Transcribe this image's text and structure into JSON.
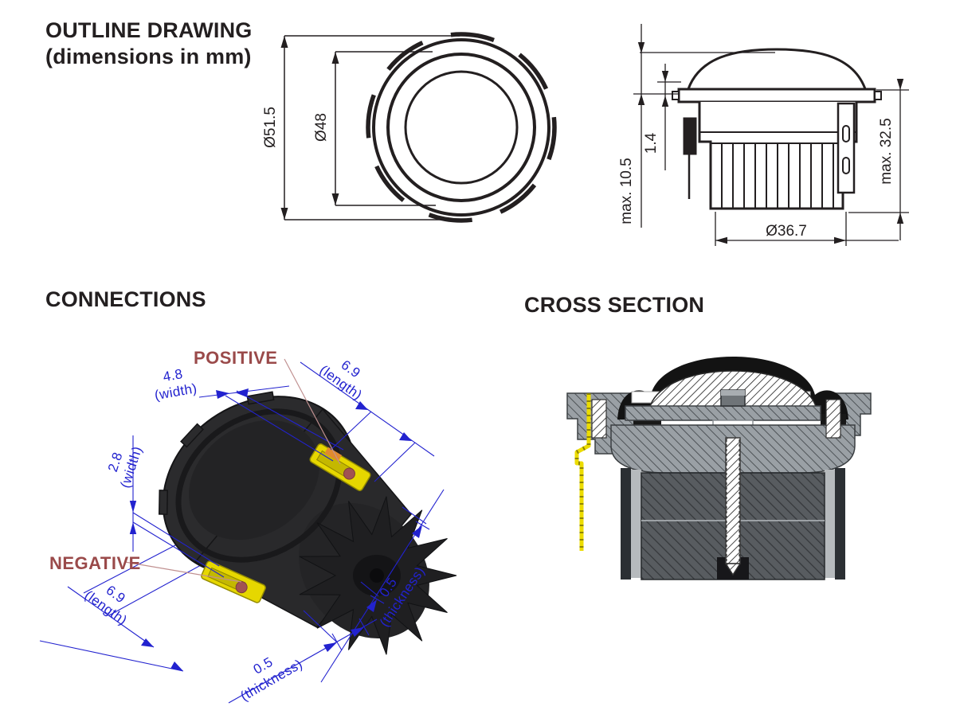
{
  "colors": {
    "line_black": "#231f20",
    "dim_blue": "#2222cf",
    "label_red": "#9a4a4a",
    "leader_red": "#c09090",
    "terminal_yellow": "#e6d700"
  },
  "outline": {
    "title_line1": "OUTLINE DRAWING",
    "title_line2": "(dimensions in mm)",
    "front_view": {
      "outer_diameter": "Ø51.5",
      "inner_diameter": "Ø48"
    },
    "side_view": {
      "front_height": "max. 10.5",
      "flange_thickness": "1.4",
      "total_height": "max. 32.5",
      "rear_diameter": "Ø36.7"
    }
  },
  "connections": {
    "title": "CONNECTIONS",
    "positive_label": "POSITIVE",
    "negative_label": "NEGATIVE",
    "pos_width_val": "4.8",
    "pos_width_unit": "(width)",
    "pos_len_val": "6.9",
    "pos_len_unit": "(length)",
    "neg_width_val": "2.8",
    "neg_width_unit": "(width)",
    "neg_len_val": "6.9",
    "neg_len_unit": "(length)",
    "thick_bottom_val": "0.5",
    "thick_bottom_unit": "(thickness)",
    "thick_right_val": "0.5",
    "thick_right_unit": "(thickness)"
  },
  "cross_section": {
    "title": "CROSS SECTION"
  }
}
